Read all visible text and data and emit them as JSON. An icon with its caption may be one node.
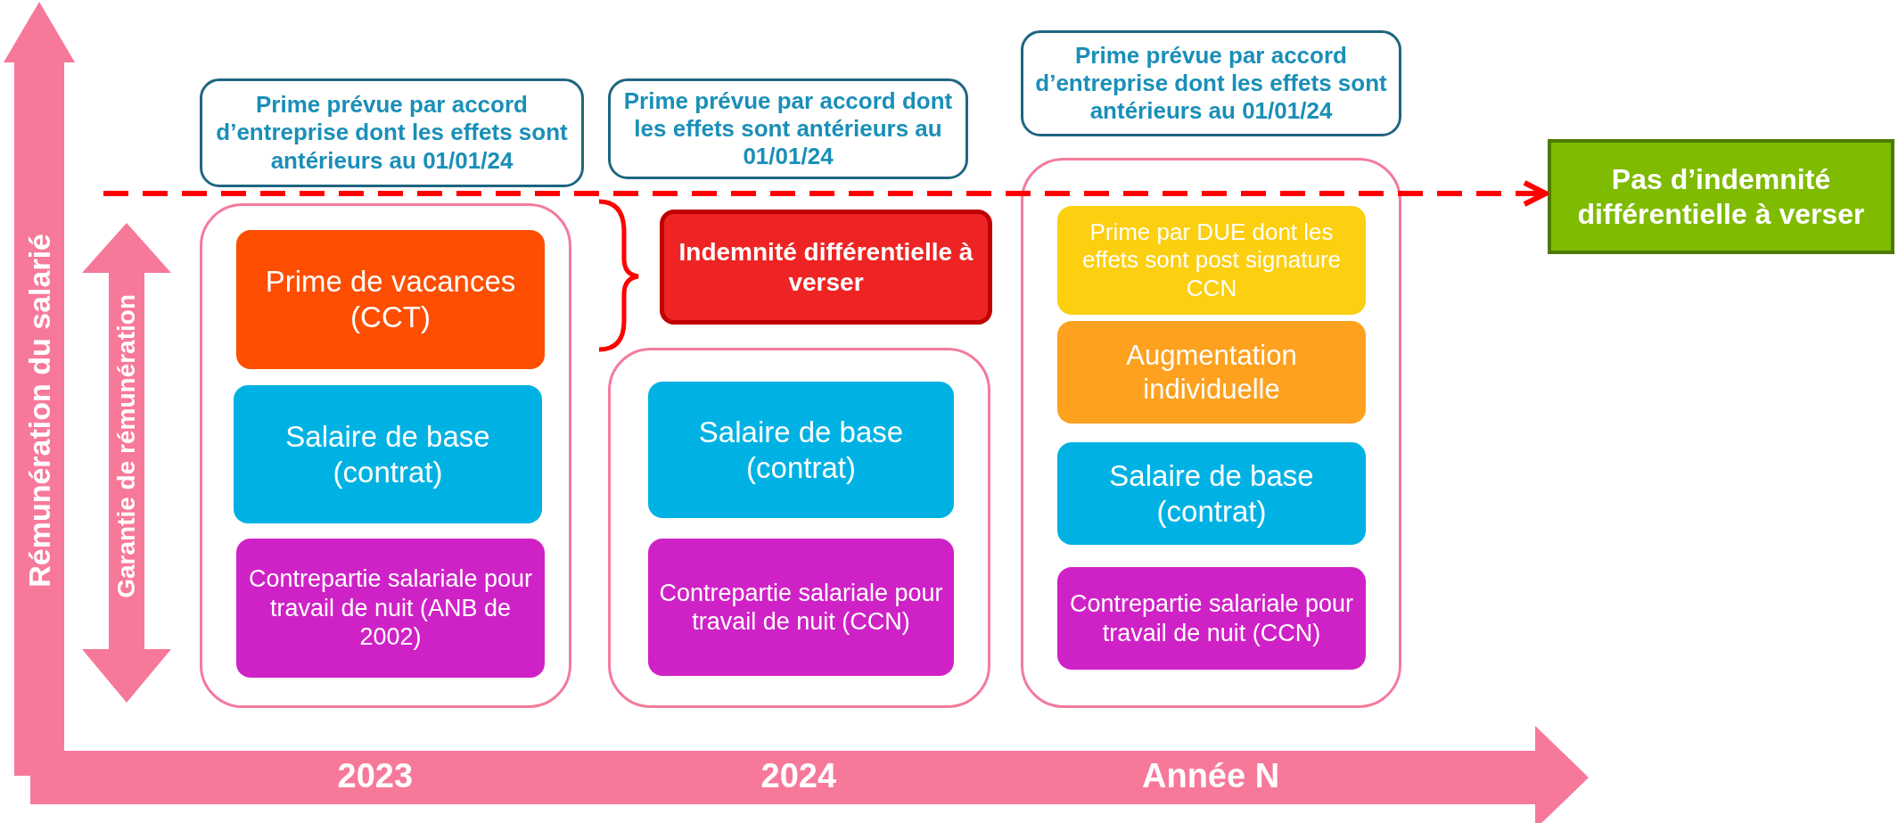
{
  "diagram": {
    "nodes": [
      {
        "text": [
          "Prime prévue par accord d’entreprise dont les effets sont antérieurs au 01/01/24"
        ]
      },
      {
        "text": [
          "Prime prévue par accord dont les effets sont antérieurs au 01/01/24"
        ]
      },
      {
        "text": [
          "Prime prévue par accord d’entreprise dont les effets sont antérieurs au 01/01/24"
        ]
      },
      {
        "text": [],
        "shape": "box"
      },
      {
        "text": [
          "Prime de vacances (CCT)"
        ],
        "in": 3
      },
      {
        "text": [
          "Salaire de base (contrat)"
        ],
        "in": 3
      },
      {
        "text": [
          "Contrepartie salariale pour travail de nuit (ANB de 2002)"
        ],
        "in": 3
      },
      {
        "text": [
          "Indemnité différentielle à verser"
        ]
      },
      {
        "text": [],
        "shape": "box"
      },
      {
        "text": [
          "Salaire de base (contrat)"
        ],
        "in": 8
      },
      {
        "text": [
          "Contrepartie salariale pour travail de nuit (CCN)"
        ],
        "in": 8
      },
      {
        "text": [],
        "shape": "box"
      },
      {
        "text": [
          "Prime par DUE dont les effets sont post signature CCN"
        ],
        "in": 11
      },
      {
        "text": [
          "Augmentation individuelle"
        ],
        "in": 11
      },
      {
        "text": [
          "Salaire de base (contrat)"
        ],
        "in": 11
      },
      {
        "text": [
          "Contrepartie salariale pour travail de nuit (CCN)"
        ],
        "in": 11
      },
      {
        "text": [
          "Pas d’indemnité différentielle à verser"
        ]
      }
    ],
    "edges": [
      {
        "from": null,
        "to": 16,
        "arrow": "to",
        "style": "dashed",
        "color": "#ff0000"
      }
    ],
    "labels": [
      "Rémunération du salarié",
      "Garantie de rémunération",
      "2023",
      "2024",
      "Année N"
    ]
  }
}
